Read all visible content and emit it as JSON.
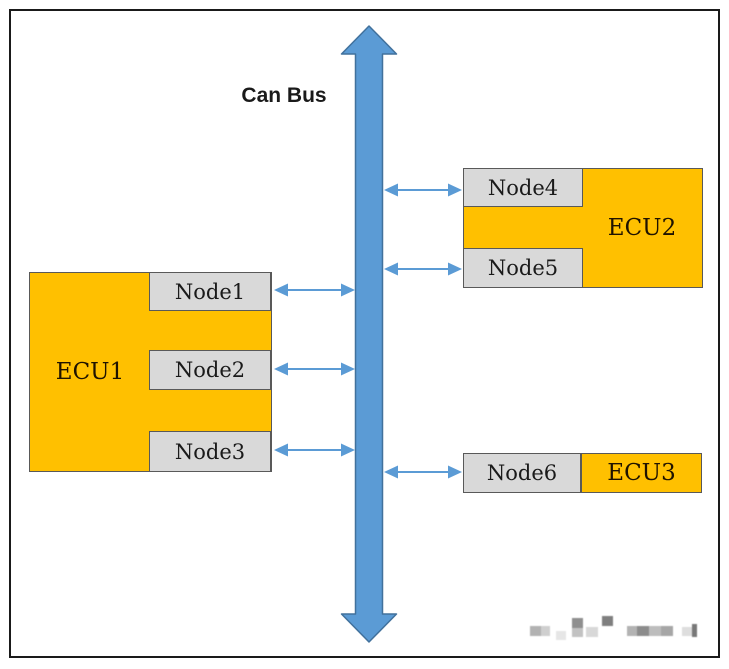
{
  "diagram": {
    "type": "can-bus-architecture",
    "bus": {
      "label": "Can Bus",
      "orientation": "vertical",
      "style": "double-headed-arrow"
    },
    "ecus": [
      {
        "label": "ECU1",
        "nodes": [
          "Node1",
          "Node2",
          "Node3"
        ],
        "side": "left"
      },
      {
        "label": "ECU2",
        "nodes": [
          "Node4",
          "Node5"
        ],
        "side": "right"
      },
      {
        "label": "ECU3",
        "nodes": [
          "Node6"
        ],
        "side": "right"
      }
    ],
    "connections": [
      {
        "from": "Node1",
        "to": "Can Bus",
        "style": "double-headed-arrow"
      },
      {
        "from": "Node2",
        "to": "Can Bus",
        "style": "double-headed-arrow"
      },
      {
        "from": "Node3",
        "to": "Can Bus",
        "style": "double-headed-arrow"
      },
      {
        "from": "Node4",
        "to": "Can Bus",
        "style": "double-headed-arrow"
      },
      {
        "from": "Node5",
        "to": "Can Bus",
        "style": "double-headed-arrow"
      },
      {
        "from": "Node6",
        "to": "Can Bus",
        "style": "double-headed-arrow"
      }
    ],
    "watermark": {
      "description": "pixelated-unreadable-watermark-bottom-right"
    }
  },
  "colors": {
    "ecu_fill": "#FFC000",
    "node_fill": "#D9D9D9",
    "box_border": "#595959",
    "bus_fill": "#5B9BD5",
    "bus_stroke": "#41719C",
    "connector": "#5B9BD5",
    "frame_border": "#1a1a1a",
    "text": "#1a1a1a"
  }
}
